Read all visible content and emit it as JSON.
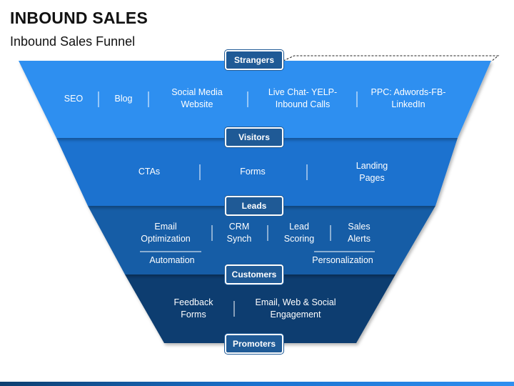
{
  "title": "INBOUND SALES",
  "subtitle": "Inbound Sales Funnel",
  "colors": {
    "band1": "#2f8ff0",
    "band2": "#1a72cf",
    "band3": "#145da6",
    "band4": "#0d3e6f",
    "pill": "#1f5a96"
  },
  "stages": [
    "Strangers",
    "Visitors",
    "Leads",
    "Customers",
    "Promoters"
  ],
  "band1": {
    "items": [
      "SEO",
      "Blog",
      "Social Media\nWebsite",
      "Live Chat- YELP-\nInbound Calls",
      "PPC: Adwords-FB-\nLinkedIn"
    ]
  },
  "band2": {
    "items": [
      "CTAs",
      "Forms",
      "Landing\nPages"
    ]
  },
  "band3": {
    "items": [
      "Email\nOptimization",
      "CRM\nSynch",
      "Lead\nScoring",
      "Sales\nAlerts"
    ],
    "sub_items": [
      "Automation",
      "Personalization"
    ]
  },
  "band4": {
    "items": [
      "Feedback\nForms",
      "Email, Web & Social\nEngagement"
    ]
  }
}
